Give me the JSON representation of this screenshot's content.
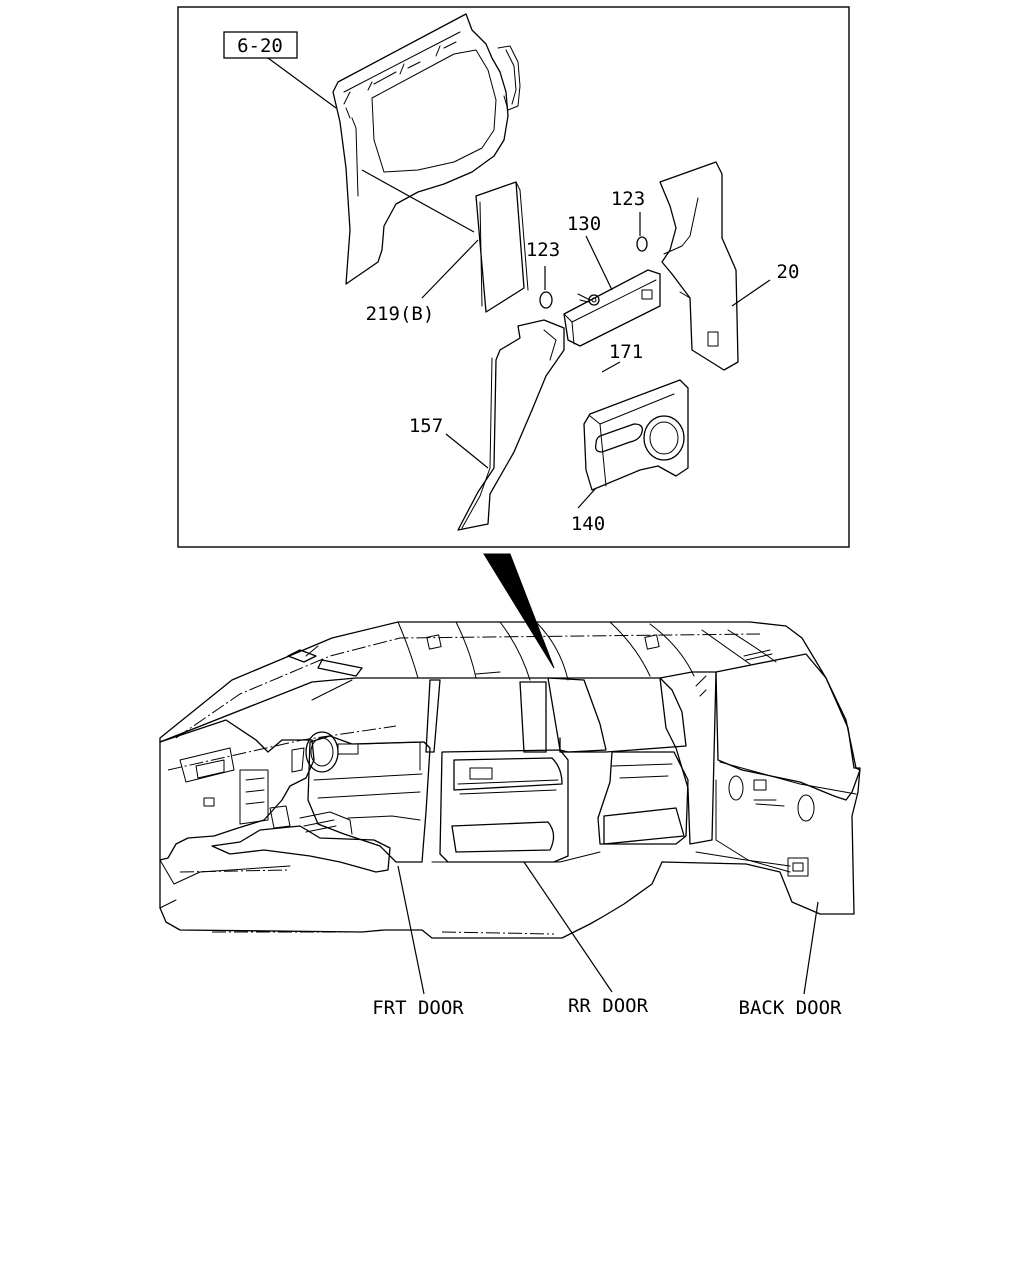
{
  "figure": {
    "detail_box_ref": "6-20",
    "part_labels": {
      "p219b": "219(B)",
      "p123a": "123",
      "p123b": "123",
      "p130": "130",
      "p20": "20",
      "p171": "171",
      "p157": "157",
      "p140": "140"
    },
    "door_labels": {
      "front": "FRT DOOR",
      "rear": "RR DOOR",
      "back": "BACK DOOR"
    }
  }
}
